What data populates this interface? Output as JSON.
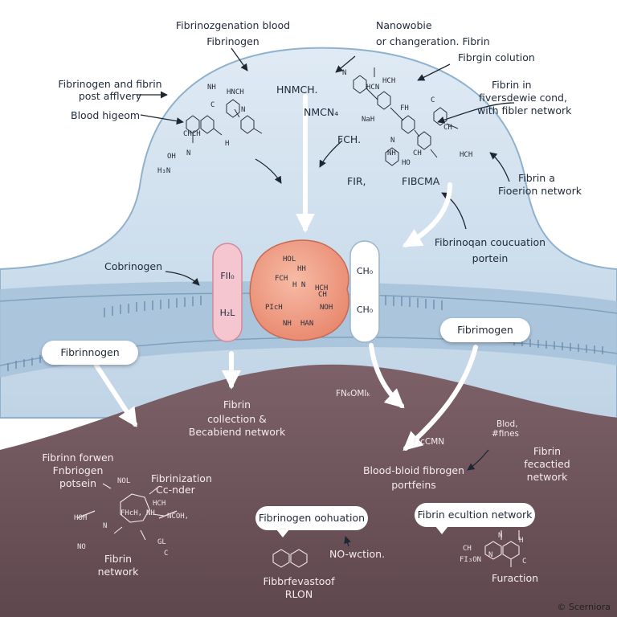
{
  "labels": {
    "top_center_1": "Fibrinozgenation blood",
    "top_center_2": "Fibrinogen",
    "top_right_1": "Nanowobie",
    "top_right_2": "or changeration. Fibrin",
    "top_right_3": "Fibrgin colution",
    "left_1": "Fibrinogen and fibrin",
    "left_2": "post afflvery",
    "left_3": "Blood higeom",
    "right_1": "Fibrin in",
    "right_2": "fiversdewie cond,",
    "right_3": "with fibler network",
    "right_4": "Fibrin a",
    "right_5": "Fioerion network",
    "mid_nmcn": "NMCN₄",
    "mid_hnmch": "HNMCH.",
    "mid_fch": "FCH.",
    "mid_fir": "FIR,",
    "mid_fibcma": "FIBCMA",
    "coagulation_1": "Fibrinoqan coucuation",
    "coagulation_2": "portein",
    "cobrinogen": "Cobrinogen",
    "pill_left": "Fibrinnogen",
    "pill_right": "Fibrimogen",
    "capsule_left_1": "FII₀",
    "capsule_left_2": "H₂L",
    "capsule_right_1": "CH₀",
    "capsule_right_2": "CH₀",
    "center_bottom_1": "Fibrin",
    "center_bottom_2": "collection &",
    "center_bottom_3": "Becabiend network",
    "mid_right_formula": "FN₆OMIₖ",
    "lower_left_1": "Fibrinn forwen",
    "lower_left_2": "Fnbriogen",
    "lower_left_3": "potsein",
    "lower_left_4": "Fibrin",
    "lower_left_5": "network",
    "fibrinization_1": "Fibrinization",
    "fibrinization_2": "Cc-nder",
    "center_formula": "FIcCMN",
    "blood_fibrogen_1": "Blood-bloid fibrogen",
    "blood_fibrogen_2": "portfeins",
    "right_small_1": "Blod,",
    "right_small_2": "#fines",
    "right_fibrin_1": "Fibrin",
    "right_fibrin_2": "fecactied",
    "right_fibrin_3": "network",
    "bubble_center": "Fibrinogen oohuation",
    "bubble_right": "Fibrin ecultion network",
    "bottom_center_1": "NO-wction.",
    "bottom_center_2": "Fibbrfevastoof",
    "bottom_center_3": "RLON",
    "bottom_right": "Furaction",
    "credit": "© Scerniora"
  },
  "blob_text": [
    "HOL",
    "HH",
    "FCH",
    "H N",
    "HCH",
    "NOH",
    "PIcH",
    "CH",
    "NH",
    "HAN"
  ],
  "mol_top_left": [
    "NH",
    "HNCH",
    "C",
    "N",
    "CHCH",
    "H",
    "N",
    "H₃N",
    "OH"
  ],
  "mol_top_right": [
    "N",
    "HCN",
    "HCH",
    "NaH",
    "C",
    "FH",
    "N",
    "CH",
    "HCH",
    "NH",
    "CH",
    "HO"
  ],
  "mol_bottom_left": [
    "NOL",
    "HCH",
    "NH",
    "N",
    "NCOH,",
    "FHcH,",
    "HOH",
    "NO",
    "GL",
    "C"
  ],
  "mol_bottom_right": [
    "N",
    "H",
    "CH",
    "N",
    "FI₃ON",
    "C"
  ],
  "colors": {
    "sky": "#c8dcec",
    "membrane": "#a9c4da",
    "ground": "#6e545a",
    "protein_orange": "#f0a088",
    "capsule_pink": "#f4c4ce"
  }
}
